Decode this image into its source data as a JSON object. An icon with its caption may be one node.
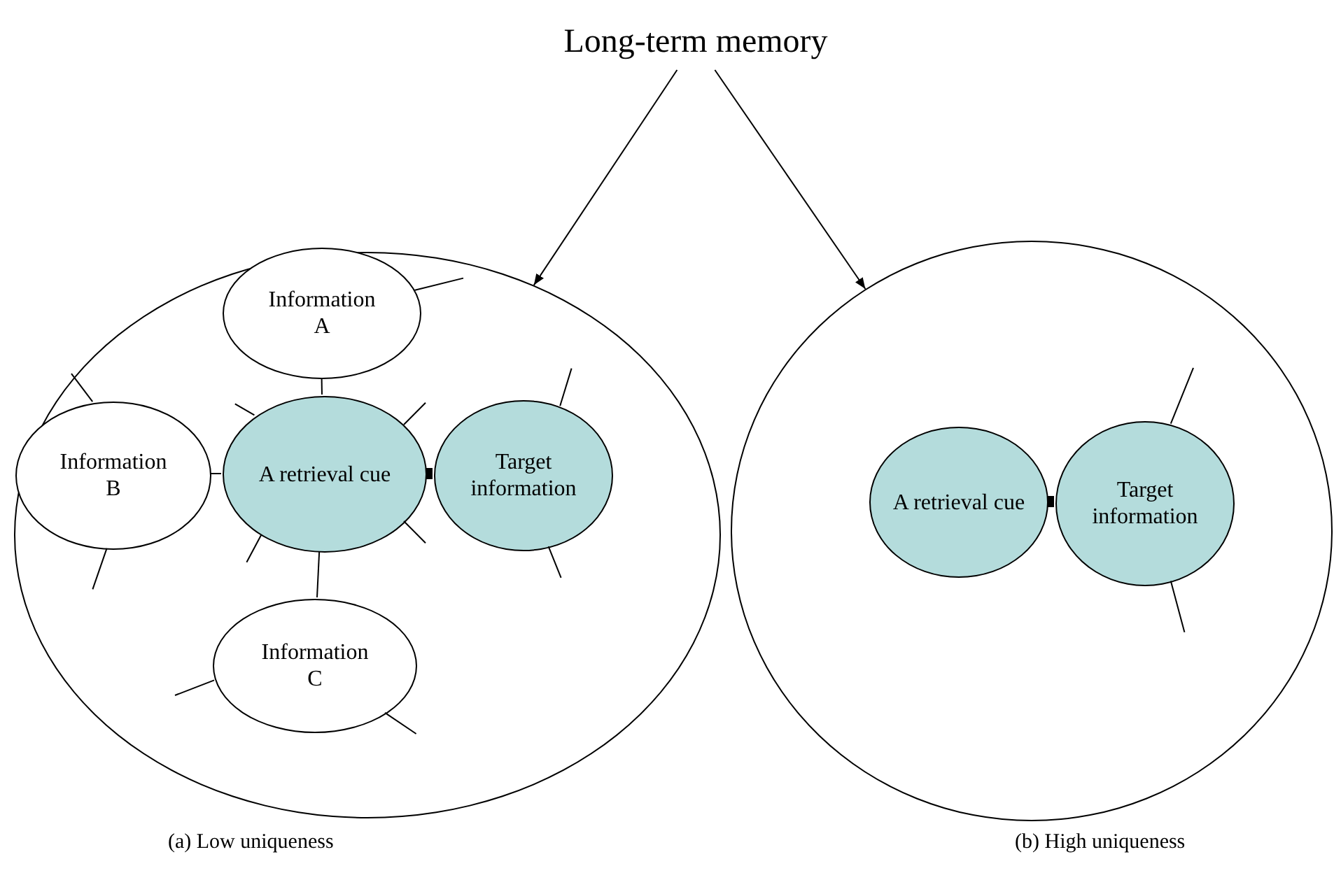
{
  "diagram": {
    "nodes": [
      {
        "text": [
          "Long-term memory"
        ]
      },
      {
        "text": [],
        "shape": "circle"
      },
      {
        "text": [
          "Information A"
        ],
        "in": 1
      },
      {
        "text": [
          "Information B"
        ],
        "in": 1
      },
      {
        "text": [
          "A retrieval cue"
        ],
        "in": 1
      },
      {
        "text": [
          "Target information"
        ],
        "in": 1
      },
      {
        "text": [
          "Information C"
        ],
        "in": 1
      },
      {
        "text": [],
        "shape": "circle"
      },
      {
        "text": [
          "A retrieval cue"
        ],
        "in": 7
      },
      {
        "text": [
          "Target information"
        ],
        "in": 7
      }
    ],
    "edges": [
      {
        "from": 0,
        "to": 1,
        "arrow": "to"
      },
      {
        "from": 0,
        "to": 7,
        "arrow": "to"
      },
      {
        "from": 2,
        "to": 4,
        "arrow": "none"
      },
      {
        "from": 3,
        "to": 4,
        "arrow": "none"
      },
      {
        "from": 4,
        "to": 5,
        "arrow": "none",
        "style": "thick"
      },
      {
        "from": 6,
        "to": 4,
        "arrow": "none"
      },
      {
        "from": 8,
        "to": 9,
        "arrow": "none",
        "style": "thick"
      },
      {
        "from": 2,
        "to": null,
        "arrow": "none"
      },
      {
        "from": 3,
        "to": null,
        "arrow": "none"
      },
      {
        "from": 3,
        "to": null,
        "arrow": "none"
      },
      {
        "from": 4,
        "to": null,
        "arrow": "none"
      },
      {
        "from": 4,
        "to": null,
        "arrow": "none"
      },
      {
        "from": 4,
        "to": null,
        "arrow": "none"
      },
      {
        "from": 4,
        "to": null,
        "arrow": "none"
      },
      {
        "from": 5,
        "to": null,
        "arrow": "none"
      },
      {
        "from": 5,
        "to": null,
        "arrow": "none"
      },
      {
        "from": 6,
        "to": null,
        "arrow": "none"
      },
      {
        "from": 6,
        "to": null,
        "arrow": "none"
      },
      {
        "from": 9,
        "to": null,
        "arrow": "none"
      },
      {
        "from": 9,
        "to": null,
        "arrow": "none"
      }
    ],
    "labels": [
      "(a) Low uniqueness",
      "(b) High uniqueness"
    ]
  }
}
